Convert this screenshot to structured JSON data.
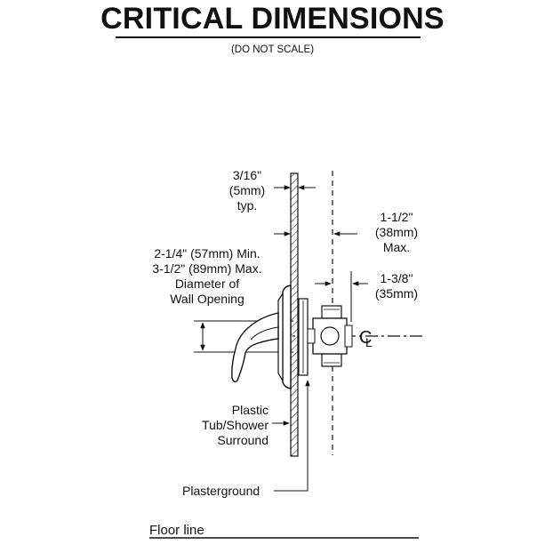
{
  "header": {
    "title": "CRITICAL DIMENSIONS",
    "subtitle": "(DO NOT SCALE)"
  },
  "labels": {
    "wall_thickness": {
      "line1": "3/16\"",
      "line2": "(5mm)",
      "line3": "typ."
    },
    "wall_opening": {
      "line1": "2-1/4\" (57mm) Min.",
      "line2": "3-1/2\" (89mm) Max.",
      "line3": "Diameter of",
      "line4": "Wall Opening"
    },
    "max_depth": {
      "line1": "1-1/2\"",
      "line2": "(38mm)",
      "line3": "Max."
    },
    "valve_offset": {
      "line1": "1-3/8\"",
      "line2": "(35mm)"
    },
    "centerline_symbol": "CL",
    "surround": {
      "line1": "Plastic",
      "line2": "Tub/Shower",
      "line3": "Surround"
    },
    "plasterground": "Plasterground",
    "floor_line": "Floor line"
  }
}
